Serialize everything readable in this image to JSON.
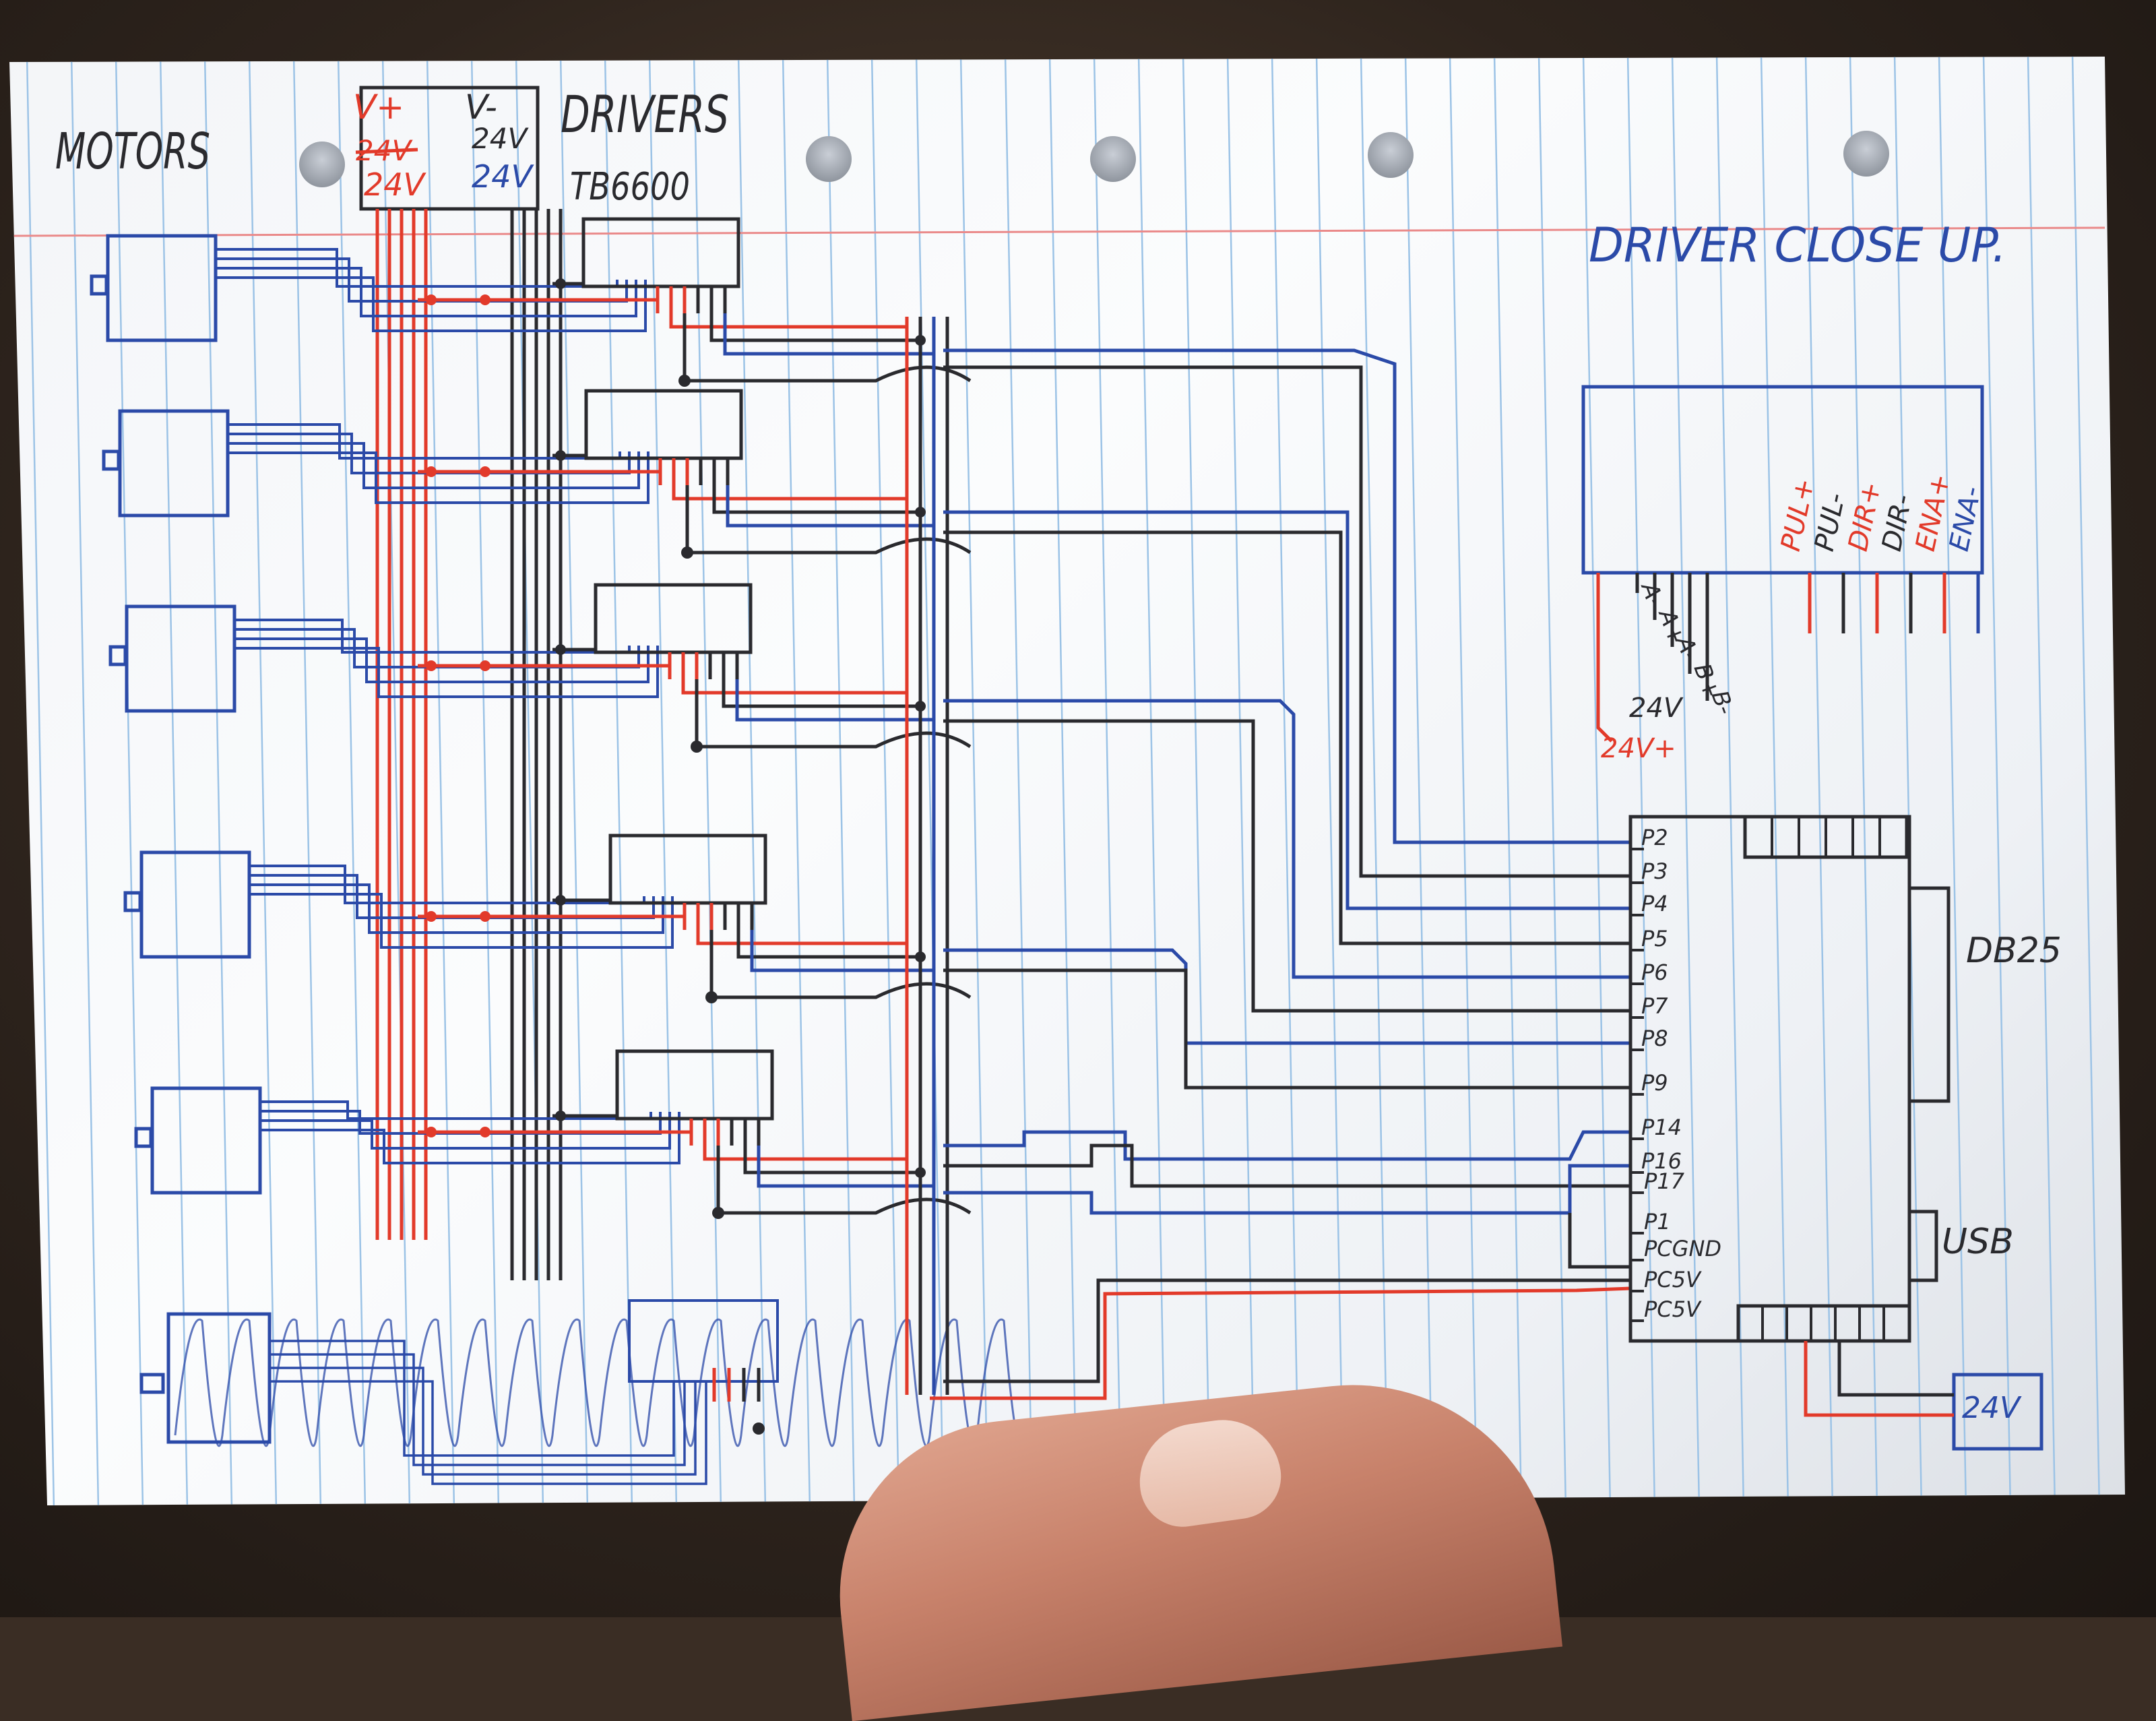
{
  "labels": {
    "motors": "MOTORS",
    "drivers": "DRIVERS",
    "driver_model": "TB6600",
    "close_up": "DRIVER CLOSE UP.",
    "psu_vplus": "V+",
    "psu_vminus": "V-",
    "psu_24v_red": "24V",
    "psu_24v_blue": "24V",
    "psu_24v_struck": "24V",
    "psu_24v_black": "24V",
    "db25": "DB25",
    "usb": "USB",
    "psu_bottom": "24V"
  },
  "closeup_pins": {
    "right": [
      "ENA-",
      "ENA+",
      "DIR-",
      "DIR+",
      "PUL-",
      "PUL+"
    ],
    "left": [
      "A-",
      "A+",
      "A-",
      "B+",
      "B-"
    ],
    "supply_label_1": "24V",
    "supply_label_2": "24V+"
  },
  "breakout_pins": [
    "P2",
    "P3",
    "P4",
    "P5",
    "P6",
    "P7",
    "P8",
    "P9",
    "P14",
    "P16",
    "P17",
    "P1",
    "PCGND",
    "PC5V",
    "PC5V"
  ],
  "colors": {
    "blue_ink": "#2b4aa8",
    "red_ink": "#e23a2a",
    "black_ink": "#2a2a2e",
    "ruled_line": "#9cc3e6",
    "margin_line": "#ea8a8a"
  }
}
